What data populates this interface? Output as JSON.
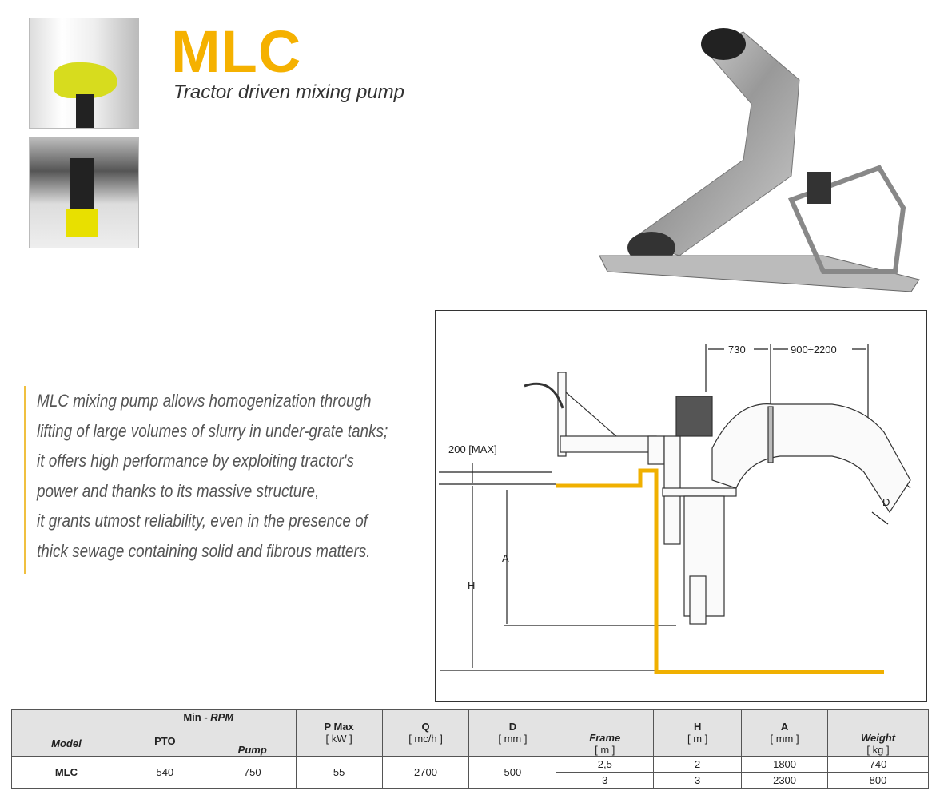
{
  "header": {
    "title": "MLC",
    "subtitle": "Tractor driven mixing pump"
  },
  "description": [
    "MLC mixing pump allows homogenization through",
    "lifting of large volumes of slurry in under-grate tanks;",
    "it offers high performance by exploiting tractor's",
    "power and thanks to its massive structure,",
    "it grants utmost reliability, even in the presence of",
    "thick sewage containing solid and fibrous matters."
  ],
  "diagram": {
    "dim_730": "730",
    "dim_range": "900÷2200",
    "dim_200": "200 [MAX]",
    "label_a": "A",
    "label_h": "H",
    "label_d": "D"
  },
  "colors": {
    "brand": "#f5b100",
    "tank_line": "#f0b000"
  },
  "table": {
    "group_header": "Min  -",
    "group_header_rpm": "RPM",
    "headers": {
      "model": "Model",
      "pto": "PTO",
      "pump": "Pump",
      "pmax": "P Max",
      "pmax_unit": "[ kW ]",
      "q": "Q",
      "q_unit": "[ mc/h ]",
      "d": "D",
      "d_unit": "[ mm ]",
      "frame": "Frame",
      "frame_unit": "[ m ]",
      "h": "H",
      "h_unit": "[ m ]",
      "a": "A",
      "a_unit": "[ mm ]",
      "weight": "Weight",
      "weight_unit": "[ kg ]"
    },
    "row": {
      "model": "MLC",
      "pto": "540",
      "pump": "750",
      "pmax": "55",
      "q": "2700",
      "d": "500"
    },
    "variants": [
      {
        "frame": "2,5",
        "h": "2",
        "a": "1800",
        "weight": "740"
      },
      {
        "frame": "3",
        "h": "3",
        "a": "2300",
        "weight": "800"
      }
    ]
  }
}
